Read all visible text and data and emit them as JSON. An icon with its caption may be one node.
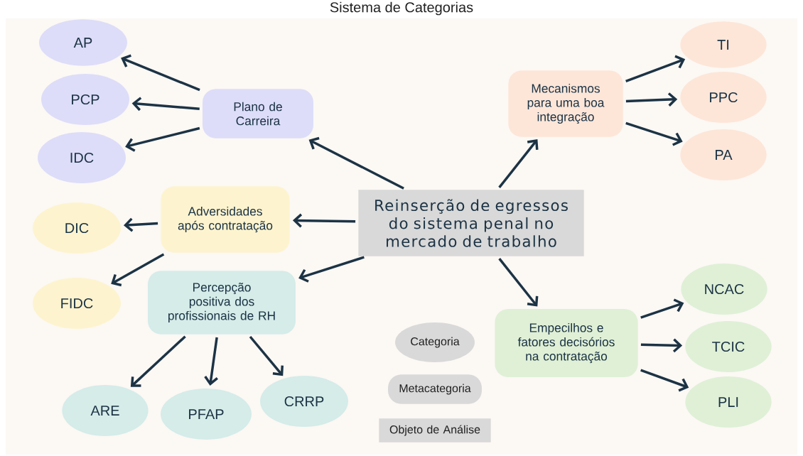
{
  "diagram": {
    "title": "Sistema de Categorias",
    "nodes": [
      {
        "text": [
          "Reinserção de egressos do sistema penal no mercado de trabalho"
        ]
      },
      {
        "text": [
          "Plano de Carreira"
        ]
      },
      {
        "text": [
          "AP"
        ]
      },
      {
        "text": [
          "PCP"
        ]
      },
      {
        "text": [
          "IDC"
        ]
      },
      {
        "text": [
          "Mecanismos para uma boa integração"
        ]
      },
      {
        "text": [
          "TI"
        ]
      },
      {
        "text": [
          "PPC"
        ]
      },
      {
        "text": [
          "PA"
        ]
      },
      {
        "text": [
          "Adversidades após contratação"
        ]
      },
      {
        "text": [
          "DIC"
        ]
      },
      {
        "text": [
          "FIDC"
        ]
      },
      {
        "text": [
          "Percepção positiva dos profissionais de RH"
        ]
      },
      {
        "text": [
          "ARE"
        ]
      },
      {
        "text": [
          "PFAP"
        ]
      },
      {
        "text": [
          "CRRP"
        ]
      },
      {
        "text": [
          "Empecilhos e fatores decisórios na contratação"
        ]
      },
      {
        "text": [
          "NCAC"
        ]
      },
      {
        "text": [
          "TCIC"
        ]
      },
      {
        "text": [
          "PLI"
        ]
      }
    ],
    "edges": [
      {
        "from": 0,
        "to": 1,
        "arrow": "to"
      },
      {
        "from": 1,
        "to": 2,
        "arrow": "to"
      },
      {
        "from": 1,
        "to": 3,
        "arrow": "to"
      },
      {
        "from": 1,
        "to": 4,
        "arrow": "to"
      },
      {
        "from": 0,
        "to": 5,
        "arrow": "to"
      },
      {
        "from": 5,
        "to": 6,
        "arrow": "to"
      },
      {
        "from": 5,
        "to": 7,
        "arrow": "to"
      },
      {
        "from": 5,
        "to": 8,
        "arrow": "to"
      },
      {
        "from": 0,
        "to": 9,
        "arrow": "to"
      },
      {
        "from": 9,
        "to": 10,
        "arrow": "to"
      },
      {
        "from": 9,
        "to": 11,
        "arrow": "to"
      },
      {
        "from": 0,
        "to": 12,
        "arrow": "to"
      },
      {
        "from": 12,
        "to": 13,
        "arrow": "to"
      },
      {
        "from": 12,
        "to": 14,
        "arrow": "to"
      },
      {
        "from": 12,
        "to": 15,
        "arrow": "to"
      },
      {
        "from": 0,
        "to": 16,
        "arrow": "to"
      },
      {
        "from": 16,
        "to": 17,
        "arrow": "to"
      },
      {
        "from": 16,
        "to": 18,
        "arrow": "to"
      },
      {
        "from": 16,
        "to": 19,
        "arrow": "to"
      }
    ],
    "legend": [
      {
        "text": "Categoria"
      },
      {
        "text": "Metacategoria"
      },
      {
        "text": "Objeto de Análise"
      }
    ]
  }
}
